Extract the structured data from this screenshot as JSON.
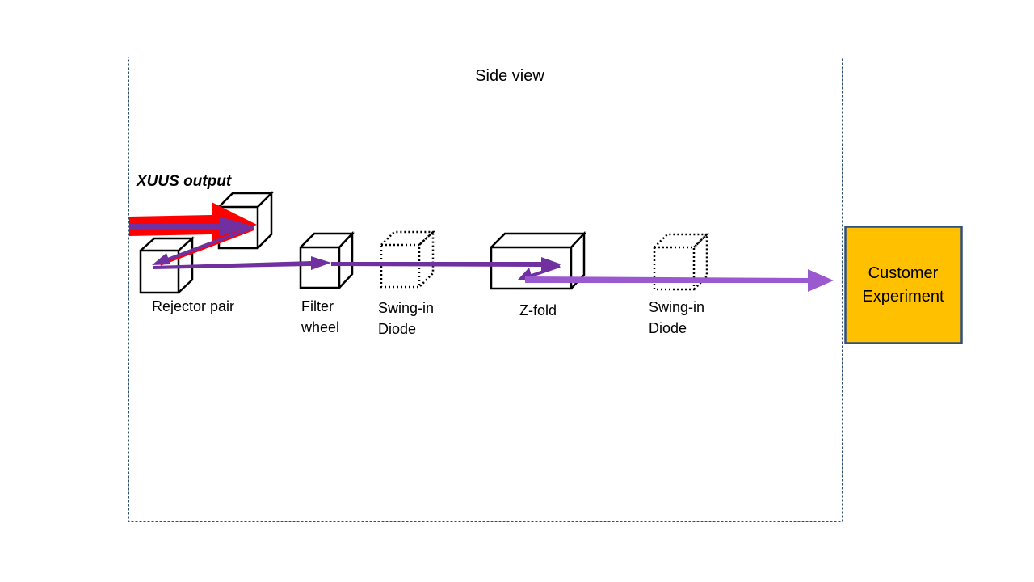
{
  "title": "Side view",
  "source_label": "XUUS output",
  "components": {
    "rejector_pair": "Rejector pair",
    "filter_wheel": [
      "Filter",
      "wheel"
    ],
    "swing_in_diode_1": [
      "Swing-in",
      "Diode"
    ],
    "z_fold": "Z-fold",
    "swing_in_diode_2": [
      "Swing-in",
      "Diode"
    ]
  },
  "customer": [
    "Customer",
    "Experiment"
  ],
  "colors": {
    "beam_red": "#ff0000",
    "beam_purple": "#7030a0",
    "beam_light_purple": "#9b59d0",
    "customer_fill": "#ffc000",
    "customer_border": "#2f4f7f",
    "frame_border": "#2f4f6f"
  }
}
